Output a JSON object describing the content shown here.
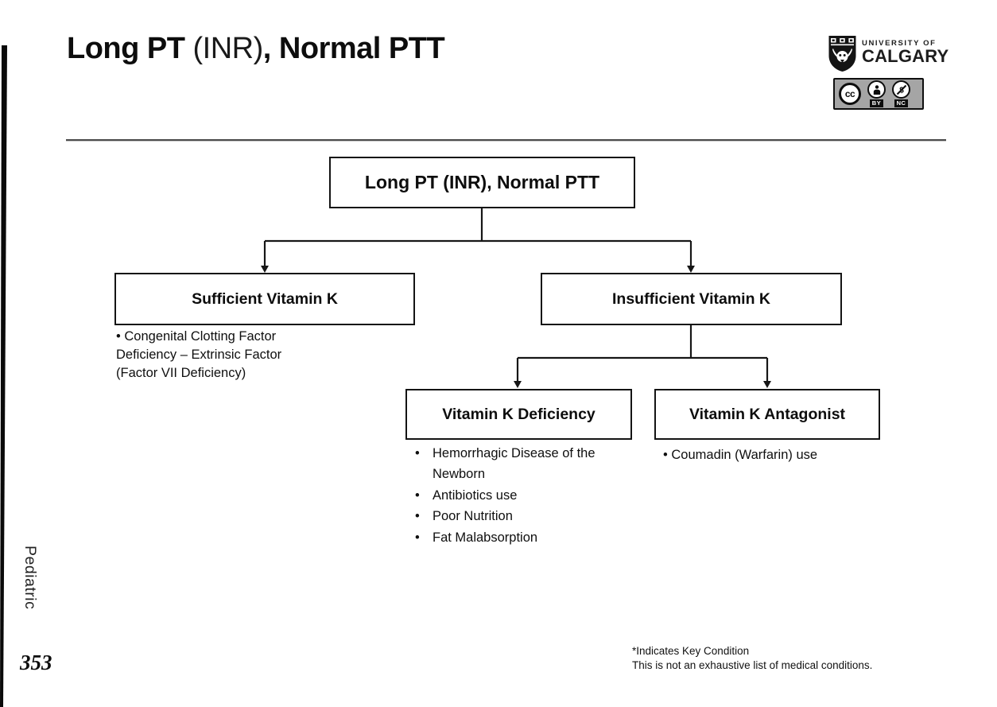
{
  "theme": {
    "ink_color": "#111111",
    "badge_background": "#a5a5a5"
  },
  "header": {
    "title": {
      "segment_bold_1": "Long PT ",
      "segment_regular": "(INR)",
      "segment_bold_2": ", Normal PTT"
    },
    "logo": {
      "line1": "UNIVERSITY OF",
      "line2": "CALGARY"
    },
    "license": {
      "cc_text": "cc",
      "by_label": "BY",
      "nc_label": "NC"
    }
  },
  "sidebar": {
    "vertical_label": "Pediatric",
    "page_number": "353"
  },
  "flowchart": {
    "bullet_char": "•",
    "root": {
      "label": "Long PT (INR), Normal PTT"
    },
    "level2": [
      {
        "label": "Sufficient Vitamin K",
        "notes": [
          "Congenital Clotting Factor Deficiency – Extrinsic Factor (Factor VII Deficiency)"
        ]
      },
      {
        "label": "Insufficient Vitamin K",
        "notes": []
      }
    ],
    "level3": [
      {
        "label": "Vitamin K Deficiency",
        "notes": [
          "Hemorrhagic Disease of the Newborn",
          "Antibiotics use",
          "Poor Nutrition",
          "Fat Malabsorption"
        ]
      },
      {
        "label": "Vitamin K Antagonist",
        "notes": [
          "Coumadin (Warfarin) use"
        ]
      }
    ]
  },
  "footer": {
    "note1": "*Indicates Key Condition",
    "note2": "This is not an exhaustive list of medical conditions."
  }
}
